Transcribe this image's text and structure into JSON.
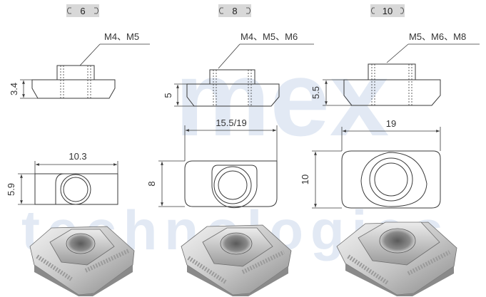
{
  "watermark": {
    "main": "mex",
    "sub": "technologies",
    "color": "#dfe7f3"
  },
  "slots": [
    {
      "tag": "6",
      "thread_label": "M4、M5",
      "height_dim": "3.4",
      "width_dim": "10.3",
      "depth_dim": "5.9"
    },
    {
      "tag": "8",
      "thread_label": "M4、M5、M6",
      "height_dim": "5",
      "width_dim": "15.5/19",
      "depth_dim": "8"
    },
    {
      "tag": "10",
      "thread_label": "M5、M6、M8",
      "height_dim": "5.5",
      "width_dim": "19",
      "depth_dim": "10"
    }
  ],
  "colors": {
    "tag_bg": "#d8d8d8",
    "line": "#3a3a3a",
    "render_light": "#e6e6e6",
    "render_mid": "#b9b9b9",
    "render_dark": "#7d7d7d"
  }
}
